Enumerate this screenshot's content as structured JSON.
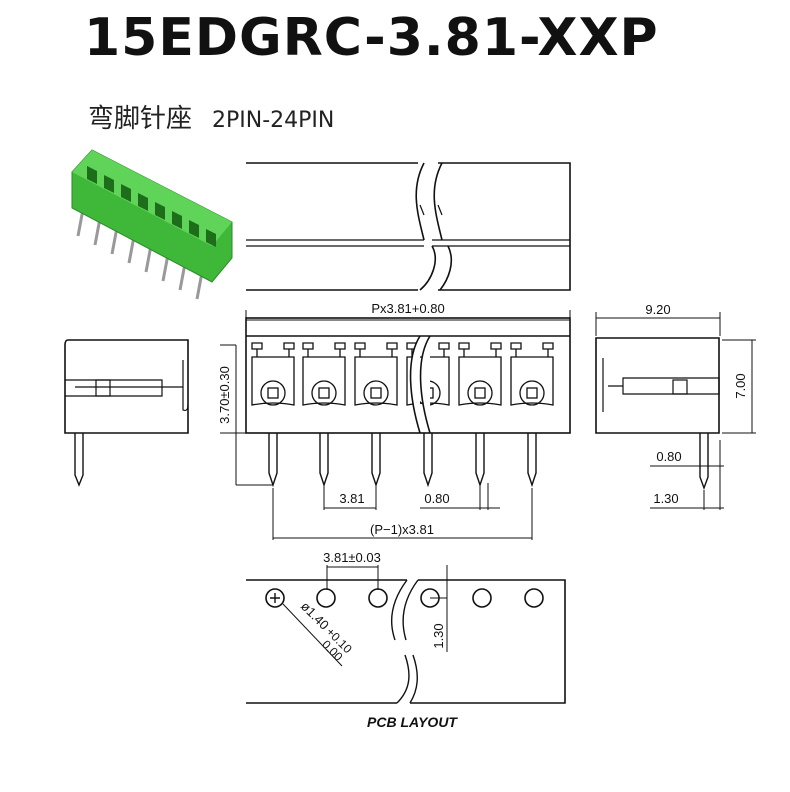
{
  "title": "15EDGRC-3.81-XXP",
  "subtitle": {
    "name": "弯脚针座",
    "range": "2PIN-24PIN"
  },
  "dimensions": {
    "total_length": "Px3.81+0.80",
    "height_front": "3.70±0.30",
    "pitch": "3.81",
    "pin_width": "0.80",
    "pin_span": "(P−1)x3.81",
    "depth": "9.20",
    "height_side": "7.00",
    "side_pin_width": "0.80",
    "side_pin_offset": "1.30",
    "pcb_pitch": "3.81±0.03",
    "hole_diameter": "ø1.40",
    "hole_tol_plus": "+0.10",
    "hole_tol_minus": "0.00",
    "pcb_offset": "1.30"
  },
  "pcb_label": "PCB LAYOUT",
  "colors": {
    "connector_green": "#3fb83a",
    "line": "#111111"
  }
}
